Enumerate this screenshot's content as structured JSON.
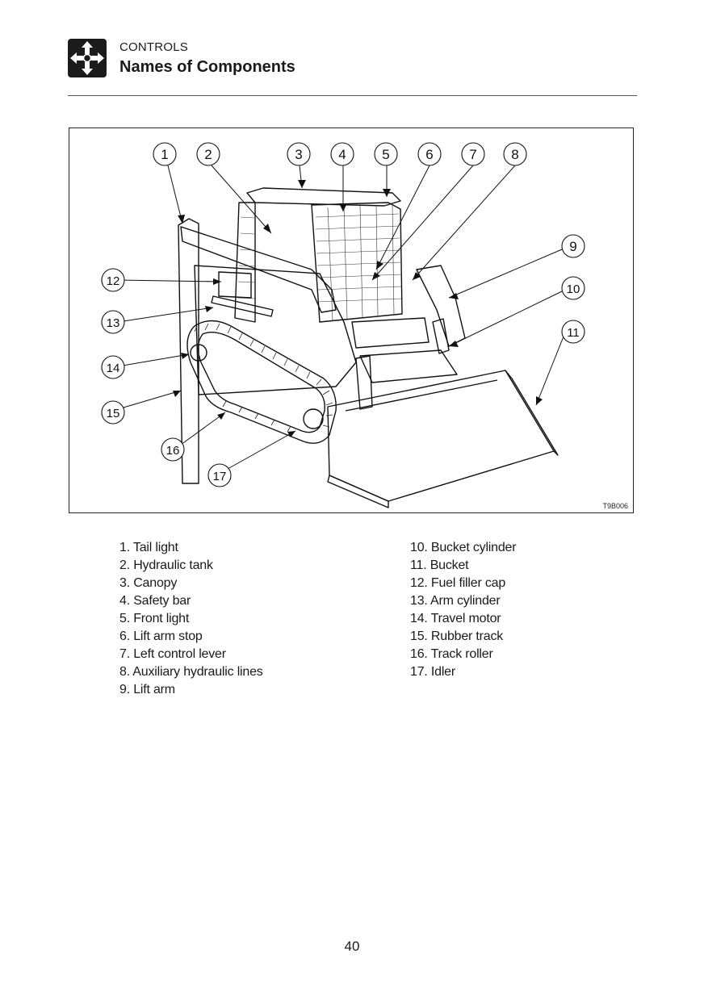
{
  "header": {
    "section": "CONTROLS",
    "title": "Names of Components",
    "icon": "controls-arrows-icon"
  },
  "figure": {
    "code": "T9B006",
    "callouts": [
      "1",
      "2",
      "3",
      "4",
      "5",
      "6",
      "7",
      "8",
      "9",
      "10",
      "11",
      "12",
      "13",
      "14",
      "15",
      "16",
      "17"
    ]
  },
  "legend": {
    "left": [
      "1. Tail light",
      "2. Hydraulic tank",
      "3. Canopy",
      "4. Safety bar",
      "5. Front light",
      "6. Lift arm stop",
      "7. Left control lever",
      "8. Auxiliary hydraulic lines",
      "9. Lift arm"
    ],
    "right": [
      "10. Bucket cylinder",
      "11. Bucket",
      "12. Fuel filler cap",
      "13. Arm cylinder",
      "14. Travel motor",
      "15. Rubber track",
      "16. Track roller",
      "17. Idler"
    ]
  },
  "page": {
    "number": "40"
  }
}
